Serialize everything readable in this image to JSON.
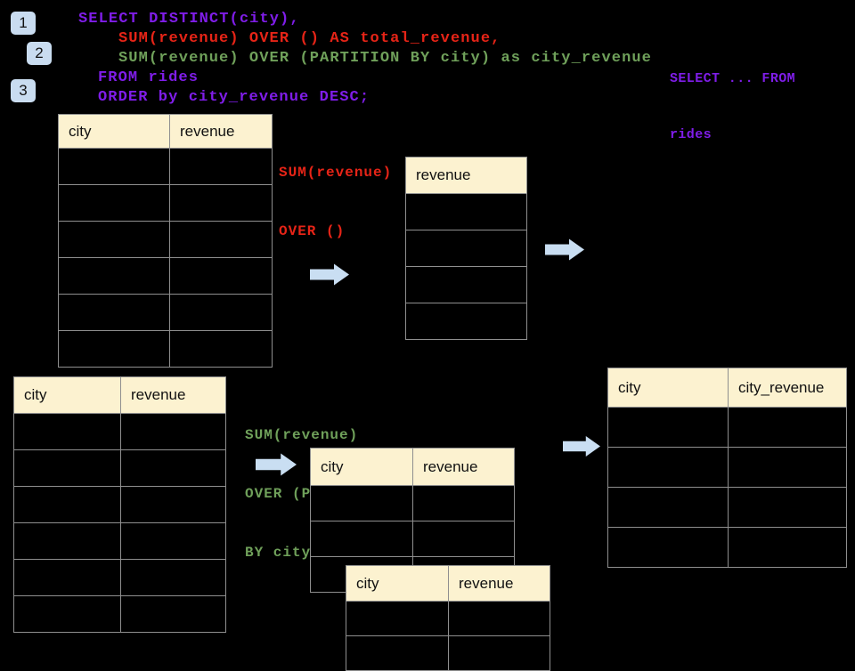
{
  "colors": {
    "background": "#000000",
    "purple": "#7f1de8",
    "red": "#e62417",
    "green": "#6fa05a",
    "cream": "#fcf2d0",
    "arrow": "#c9def2",
    "badge": "#c9dcf0",
    "table_border": "#8f8f8f"
  },
  "steps": {
    "one": "1",
    "two": "2",
    "three": "3"
  },
  "sql": {
    "line1": "SELECT DISTINCT(city),",
    "line2": "SUM(revenue) OVER () AS total_revenue,",
    "line3": "SUM(revenue) OVER (PARTITION BY city) as city_revenue",
    "line4": "FROM rides",
    "line5": "ORDER by city_revenue DESC;"
  },
  "note": {
    "line1": "SELECT ... FROM",
    "line2": "rides"
  },
  "annotations": {
    "total": {
      "line1": "SUM(revenue)",
      "line2": "OVER ()"
    },
    "partition": {
      "line1": "SUM(revenue)",
      "line2": "OVER (PARTITION",
      "line3": "BY city)"
    }
  },
  "tables": [
    {
      "id": "rides-source-top",
      "headers": [
        "city",
        "revenue"
      ],
      "rows": 6
    },
    {
      "id": "total-revenue",
      "headers": [
        "revenue"
      ],
      "rows": 4
    },
    {
      "id": "rides-source-bottom",
      "headers": [
        "city",
        "revenue"
      ],
      "rows": 6
    },
    {
      "id": "partition-group-1",
      "headers": [
        "city",
        "revenue"
      ],
      "rows": 3
    },
    {
      "id": "partition-group-2",
      "headers": [
        "city",
        "revenue"
      ],
      "rows": 2
    },
    {
      "id": "city-revenue-result",
      "headers": [
        "city",
        "city_revenue"
      ],
      "rows": 4
    }
  ]
}
